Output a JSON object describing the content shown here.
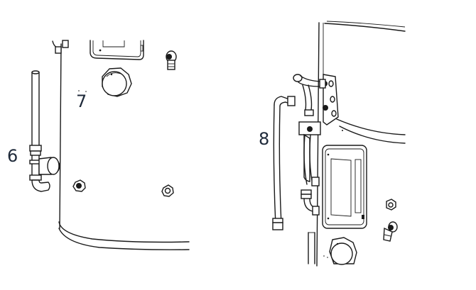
{
  "diagram": {
    "type": "technical-parts-illustration",
    "panels": [
      {
        "id": "left",
        "description": "Lower part of cylindrical water heater with side valve assembly",
        "callouts": [
          {
            "number": "6",
            "target": "side-mounted valve with pipe"
          },
          {
            "number": "7",
            "target": "tank wall / fitting area"
          }
        ]
      },
      {
        "id": "right",
        "description": "Upper part of water heater with control box and flexible hoses",
        "callouts": [
          {
            "number": "8",
            "target": "flexible hose connections"
          }
        ]
      }
    ],
    "labels": {
      "six": "6",
      "seven": "7",
      "eight": "8"
    },
    "colors": {
      "line": "#1a1a1a",
      "label": "#1f2a3a",
      "background": "#ffffff"
    }
  }
}
